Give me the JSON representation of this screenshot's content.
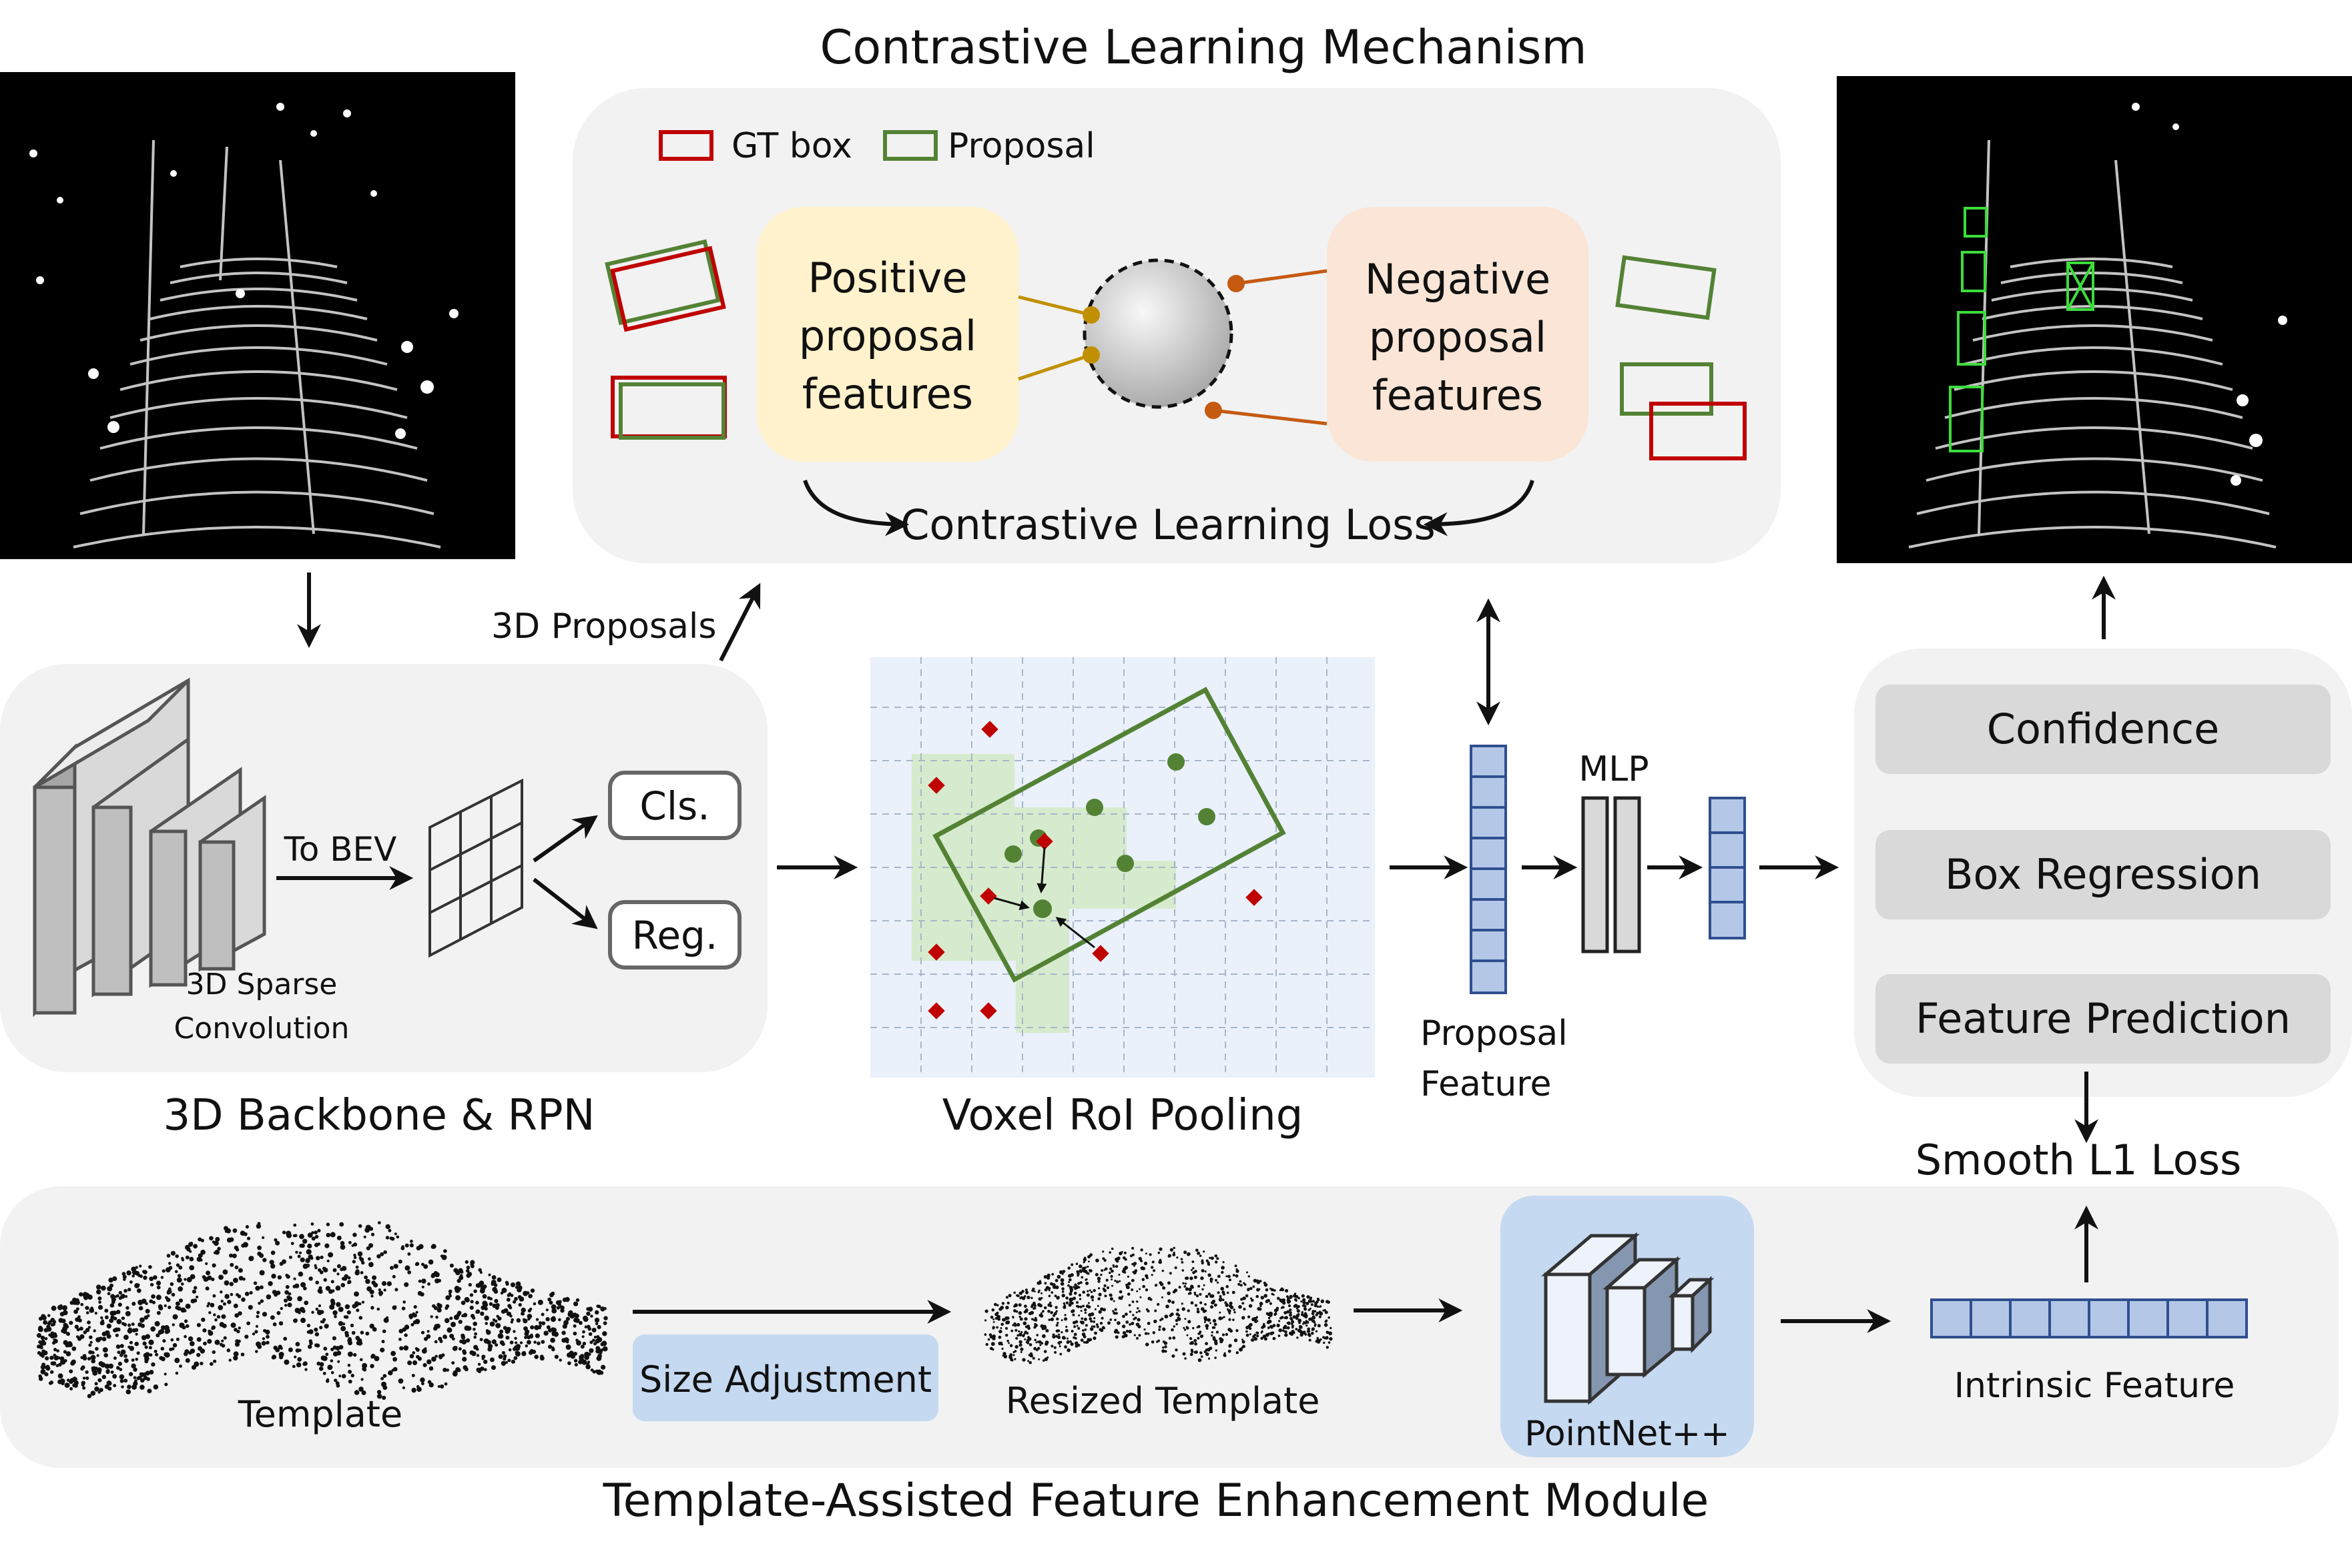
{
  "contrastive": {
    "title": "Contrastive Learning Mechanism",
    "legend_gt": "GT box",
    "legend_proposal": "Proposal",
    "positive": [
      "Positive",
      "proposal",
      "features"
    ],
    "negative": [
      "Negative",
      "proposal",
      "features"
    ],
    "loss": "Contrastive Learning Loss"
  },
  "backbone": {
    "title": "3D Backbone & RPN",
    "proposals": "3D Proposals",
    "to_bev": "To BEV",
    "cls": "Cls.",
    "reg": "Reg.",
    "sparse": [
      "3D Sparse",
      "Convolution"
    ]
  },
  "pooling": {
    "title": "Voxel RoI Pooling"
  },
  "feature": {
    "proposal": [
      "Proposal",
      "Feature"
    ],
    "mlp": "MLP"
  },
  "heads": {
    "confidence": "Confidence",
    "box_regression": "Box Regression",
    "feature_prediction": "Feature Prediction",
    "smooth_l1": "Smooth L1 Loss"
  },
  "template_module": {
    "title": "Template-Assisted Feature Enhancement Module",
    "template": "Template",
    "size_adjustment": "Size Adjustment",
    "resized": "Resized Template",
    "pointnet": "PointNet++",
    "intrinsic": "Intrinsic Feature"
  },
  "colors": {
    "gt_box": "#c00000",
    "proposal": "#548235",
    "positive_fill": "#fff2cc",
    "negative_fill": "#fbe5d6",
    "panel_fill": "#f2f2f2",
    "feature_fill": "#b4c7e7",
    "size_adjustment_fill": "#c5d9f1"
  }
}
